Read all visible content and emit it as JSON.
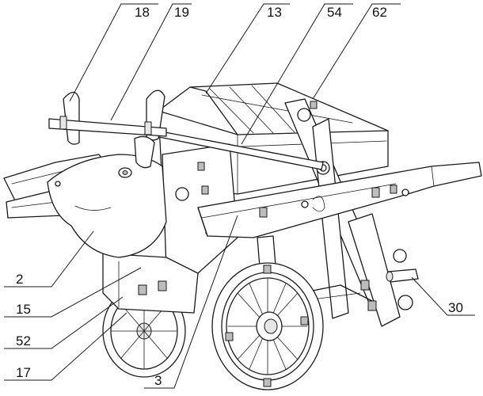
{
  "labels": {
    "l18": "18",
    "l19": "19",
    "l13": "13",
    "l54": "54",
    "l62": "62",
    "l2": "2",
    "l15": "15",
    "l52": "52",
    "l17": "17",
    "l3": "3",
    "l30": "30"
  }
}
